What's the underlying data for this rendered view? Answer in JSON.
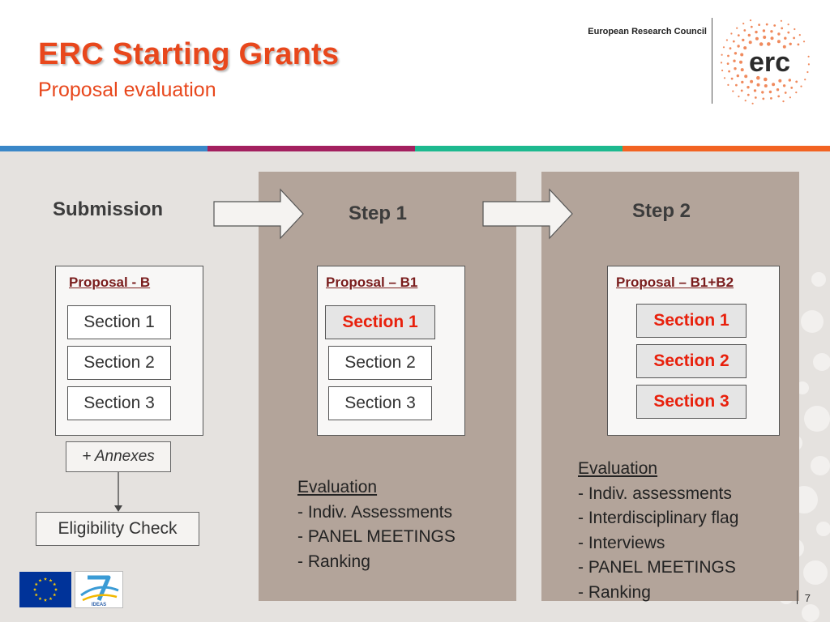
{
  "header": {
    "title": "ERC Starting Grants",
    "subtitle": "Proposal evaluation",
    "org_name": "European Research Council",
    "logo_text": "erc"
  },
  "colors": {
    "accent": "#e8471c",
    "stripe": [
      "#3a87c8",
      "#a3205f",
      "#1db98f",
      "#f26322"
    ],
    "panel": "#b3a49a",
    "background": "#e5e2df",
    "highlight_text": "#e8200c"
  },
  "submission": {
    "heading": "Submission",
    "proposal_title": "Proposal - B",
    "sections": [
      "Section 1",
      "Section 2",
      "Section 3"
    ],
    "annexes": "+ Annexes",
    "eligibility": "Eligibility Check"
  },
  "step1": {
    "heading": "Step 1",
    "proposal_title": "Proposal – B1",
    "sections": [
      "Section 1",
      "Section 2",
      "Section 3"
    ],
    "evaluation_heading": "Evaluation",
    "evaluation_items": [
      "- Indiv. Assessments",
      "- PANEL MEETINGS",
      "- Ranking"
    ]
  },
  "step2": {
    "heading": "Step 2",
    "proposal_title": "Proposal – B1+B2",
    "sections": [
      "Section 1",
      "Section 2",
      "Section 3"
    ],
    "evaluation_heading": "Evaluation",
    "evaluation_items": [
      "- Indiv. assessments",
      "- Interdisciplinary flag",
      "- Interviews",
      "- PANEL MEETINGS",
      "- Ranking"
    ]
  },
  "footer": {
    "page_number": "7",
    "eu_flag_icon": "eu-flag-icon",
    "fp7_logo_text": "IDEAS"
  }
}
